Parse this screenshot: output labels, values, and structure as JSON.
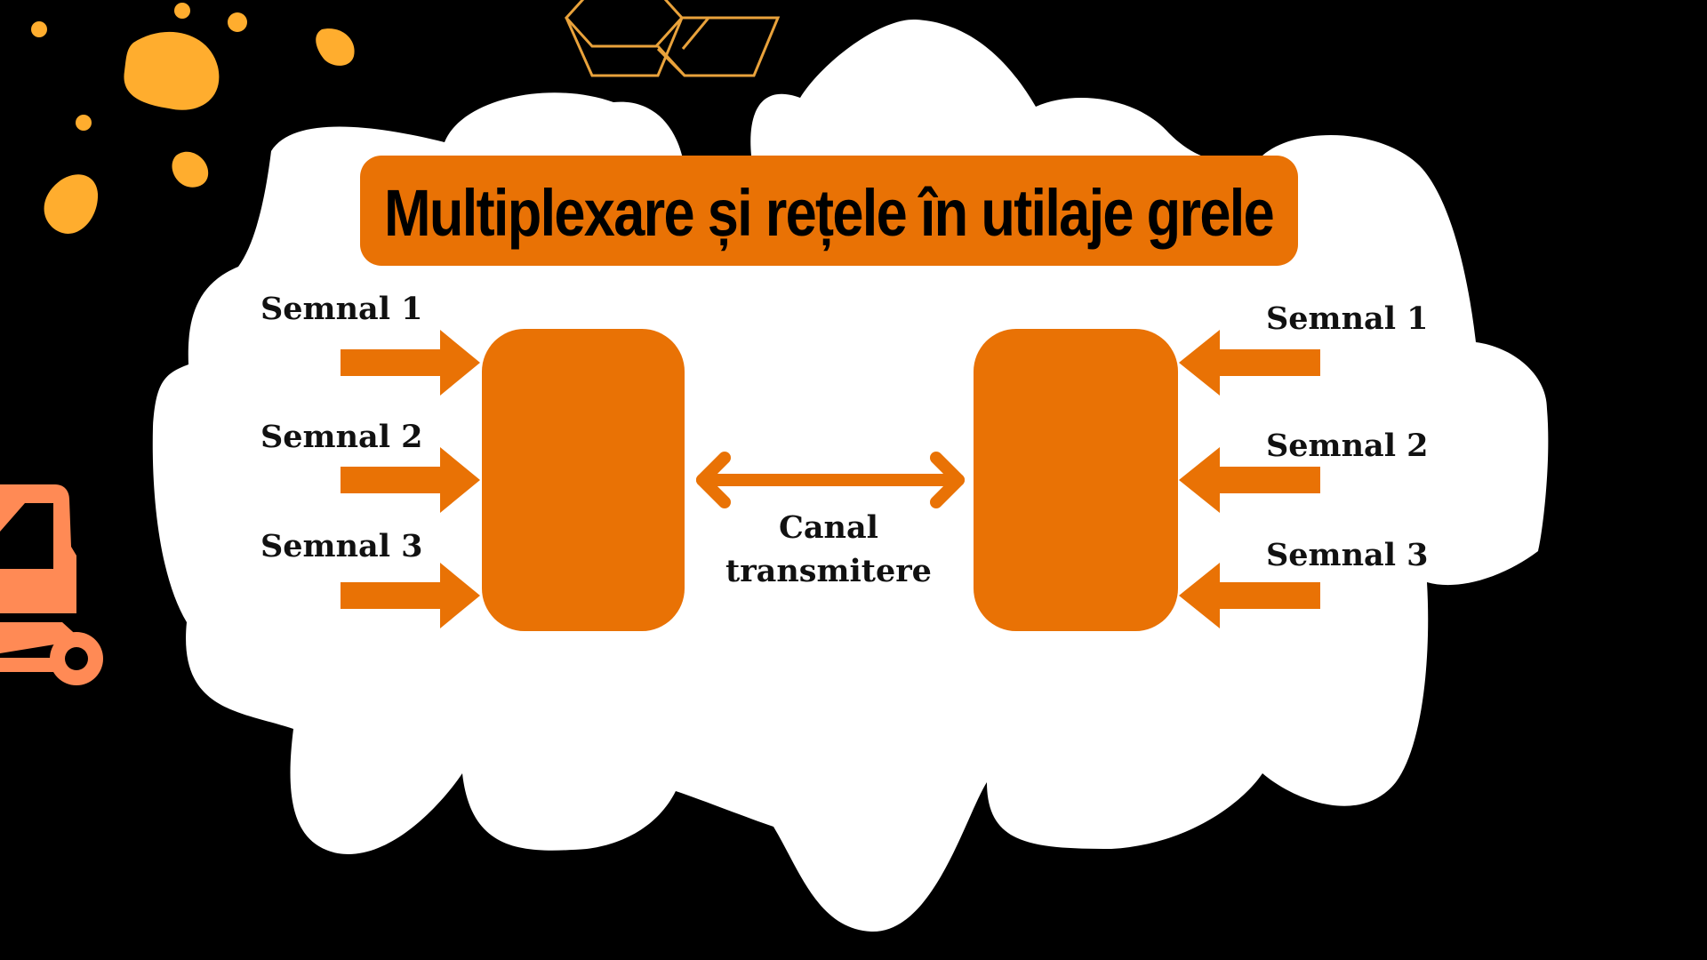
{
  "title": "Multiplexare și rețele în utilaje grele",
  "colors": {
    "background": "#000000",
    "cloud": "#ffffff",
    "accent": "#e97205",
    "dots": "#ffad2e",
    "forklift": "#ff8a55",
    "cubes": "#e9a23b",
    "text": "#111111"
  },
  "left_signals": [
    {
      "label": "Semnal 1"
    },
    {
      "label": "Semnal 2"
    },
    {
      "label": "Semnal 3"
    }
  ],
  "right_signals": [
    {
      "label": "Semnal 1"
    },
    {
      "label": "Semnal 2"
    },
    {
      "label": "Semnal 3"
    }
  ],
  "channel": {
    "line1": "Canal",
    "line2": "transmitere"
  },
  "icons": {
    "decor_dots": "paint-splatter-icon",
    "decor_cubes": "cubes-outline-icon",
    "decor_vehicle": "forklift-icon"
  }
}
